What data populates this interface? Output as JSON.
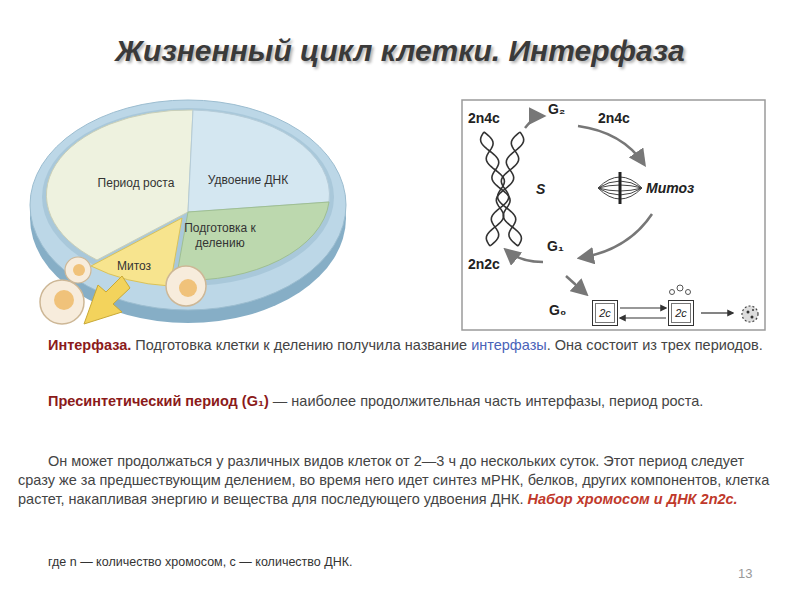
{
  "diagram": {
    "title": "Жизненный цикл клетки. Интерфаза",
    "nodes": [
      {
        "text": [
          "Период роста"
        ]
      },
      {
        "text": [
          "Удвоение ДНК"
        ]
      },
      {
        "text": [
          "Подготовка к делению"
        ]
      },
      {
        "text": [
          "Митоз"
        ]
      },
      {
        "text": [
          "2c"
        ]
      },
      {
        "text": [
          "2c"
        ]
      }
    ],
    "edges": [
      {
        "from": 4,
        "to": 5,
        "arrow": "to"
      },
      {
        "from": 5,
        "to": 4,
        "arrow": "to"
      }
    ],
    "labels": [
      "Интерфаза.",
      "Подготовка клетки к делению получила название",
      "интерфазы",
      ". Она состоит из трех периодов.",
      "Пресинтетический период (G₁)",
      "— наиболее продолжительная часть интерфазы, период роста.",
      "Он может продолжаться у различных видов клеток от 2—3 ч до нескольких суток. Этот период следует сразу же за предшествующим делением, во время него идет синтез мРНК, белков, других компонентов, клетка растет, накапливая энергию и вещества для последующего удвоения ДНК.",
      "Набор хромосом и ДНК 2n2c.",
      "где n — количество хромосом, с — количество ДНК.",
      "13",
      "2n4c",
      "G₂",
      "2n4c",
      "S",
      "Митоз",
      "2n2c",
      "G₁",
      "G₀"
    ]
  }
}
